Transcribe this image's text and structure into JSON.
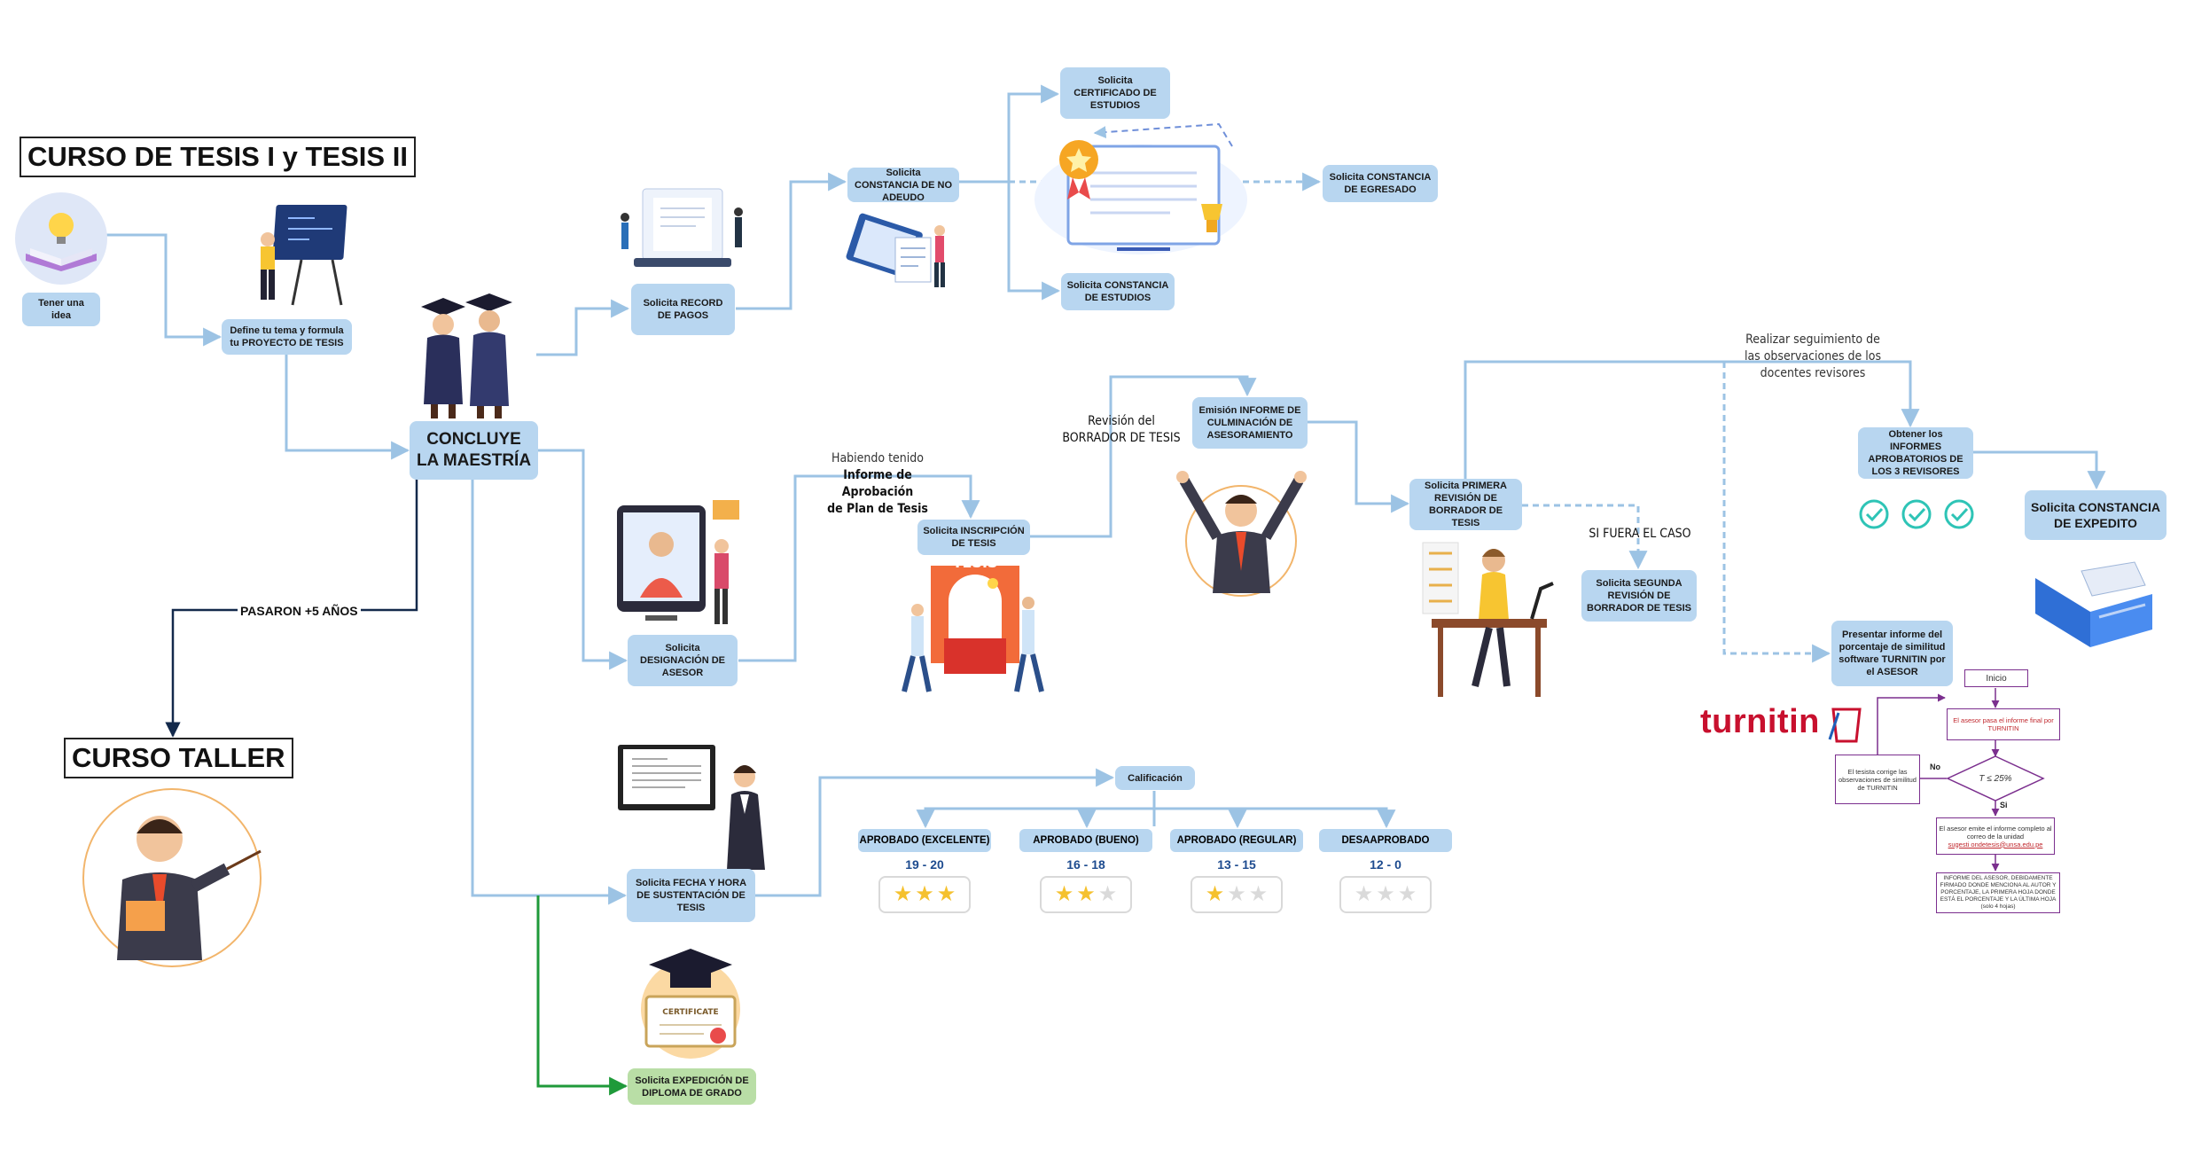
{
  "titles": {
    "main": "CURSO DE TESIS I y TESIS II",
    "taller": "CURSO TALLER"
  },
  "nodes": {
    "idea": "Tener una idea",
    "define": "Define tu tema y formula tu PROYECTO DE TESIS",
    "concluye": "CONCLUYE LA MAESTRÍA",
    "record": "Solicita RECORD DE PAGOS",
    "no_adeudo": "Solicita CONSTANCIA DE NO ADEUDO",
    "certificado": "Solicita CERTIFICADO DE ESTUDIOS",
    "const_estudios": "Solicita CONSTANCIA DE ESTUDIOS",
    "egresado": "Solicita CONSTANCIA DE EGRESADO",
    "designacion": "Solicita DESIGNACIÓN DE ASESOR",
    "inscripcion": "Solicita INSCRIPCIÓN DE TESIS",
    "culminacion": "Emisión INFORME DE CULMINACIÓN DE ASESORAMIENTO",
    "primera": "Solicita PRIMERA REVISIÓN DE BORRADOR DE TESIS",
    "segunda": "Solicita SEGUNDA REVISIÓN DE BORRADOR DE TESIS",
    "informes": "Obtener los INFORMES APROBATORIOS DE LOS 3 REVISORES",
    "expedito": "Solicita CONSTANCIA DE EXPEDITO",
    "turnitin_informe": "Presentar informe del porcentaje de similitud software TURNITIN por el ASESOR",
    "fecha": "Solicita FECHA Y HORA DE SUSTENTACIÓN DE TESIS",
    "diploma": "Solicita EXPEDICIÓN DE DIPLOMA DE GRADO",
    "calificacion": "Calificación"
  },
  "notes": {
    "pasaron": "PASARON +5 AÑOS",
    "habiendo_1": "Habiendo tenido",
    "habiendo_2": "Informe de Aprobación",
    "habiendo_3": "de Plan de Tesis",
    "revision_1": "Revisión del",
    "revision_2": "BORRADOR DE TESIS",
    "seguimiento_1": "Realizar seguimiento de",
    "seguimiento_2": "las observaciones de los",
    "seguimiento_3": "docentes revisores",
    "si_fuera": "SI FUERA EL CASO",
    "tesis_sign": "TESIS",
    "certificate": "CERTIFICATE"
  },
  "grades": [
    {
      "label": "APROBADO (EXCELENTE)",
      "range": "19 - 20",
      "stars": 3
    },
    {
      "label": "APROBADO (BUENO)",
      "range": "16 - 18",
      "stars": 2
    },
    {
      "label": "APROBADO (REGULAR)",
      "range": "13 - 15",
      "stars": 1
    },
    {
      "label": "DESAAPROBADO",
      "range": "12 - 0",
      "stars": 0
    }
  ],
  "flowchart": {
    "inicio": "Inicio",
    "step1": "El asesor pasa el informe final por TURNITIN",
    "decision": "T ≤ 25%",
    "no": "No",
    "si": "Si",
    "corrige": "El tesista corrige las observaciones de similitud de TURNITIN",
    "step2": "El asesor emite el informe completo al correo de la unidad",
    "email": "sugesti ondetesis@unsa.edu.pe",
    "step3": "INFORME DEL ASESOR, DEBIDAMENTE FIRMADO DONDE MENCIONA AL AUTOR Y PORCENTAJE, LA PRIMERA HOJA DONDE ESTÁ EL PORCENTAJE Y LA ÚLTIMA HOJA (solo 4 hojas)"
  },
  "brand": {
    "turnitin": "turnitin"
  },
  "colors": {
    "box": "#b8d6f0",
    "wire": "#9cc3e4",
    "green": "#1f9a3a",
    "dark": "#13294b",
    "purple": "#7b2f8e"
  }
}
